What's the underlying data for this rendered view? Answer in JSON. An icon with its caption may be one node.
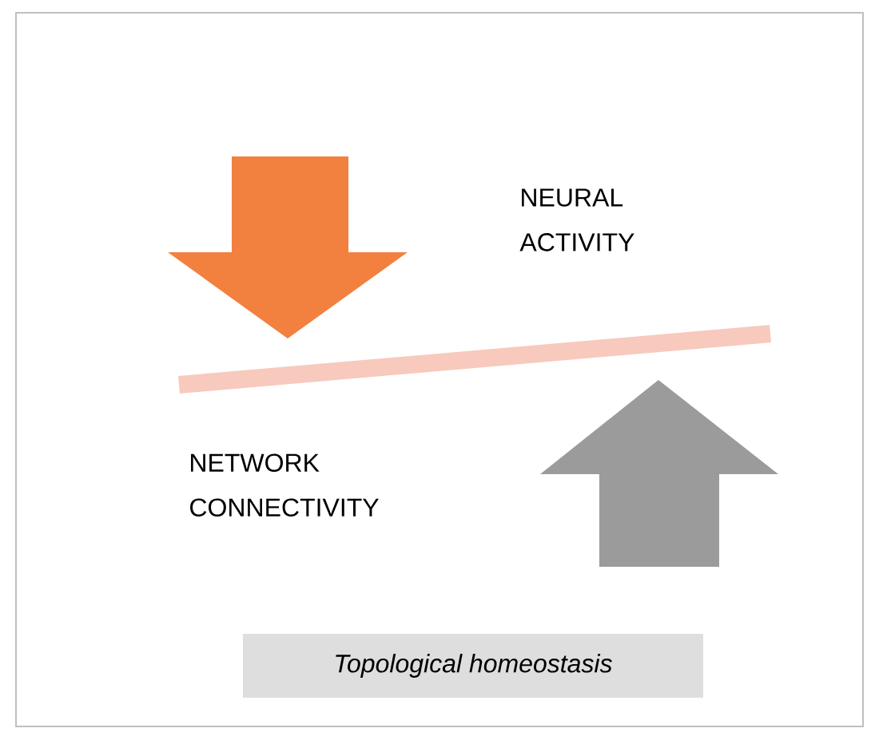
{
  "diagram": {
    "caption": "Topological homeostasis",
    "labels": [
      "NEURAL ACTIVITY",
      "NETWORK CONNECTIVITY"
    ]
  }
}
